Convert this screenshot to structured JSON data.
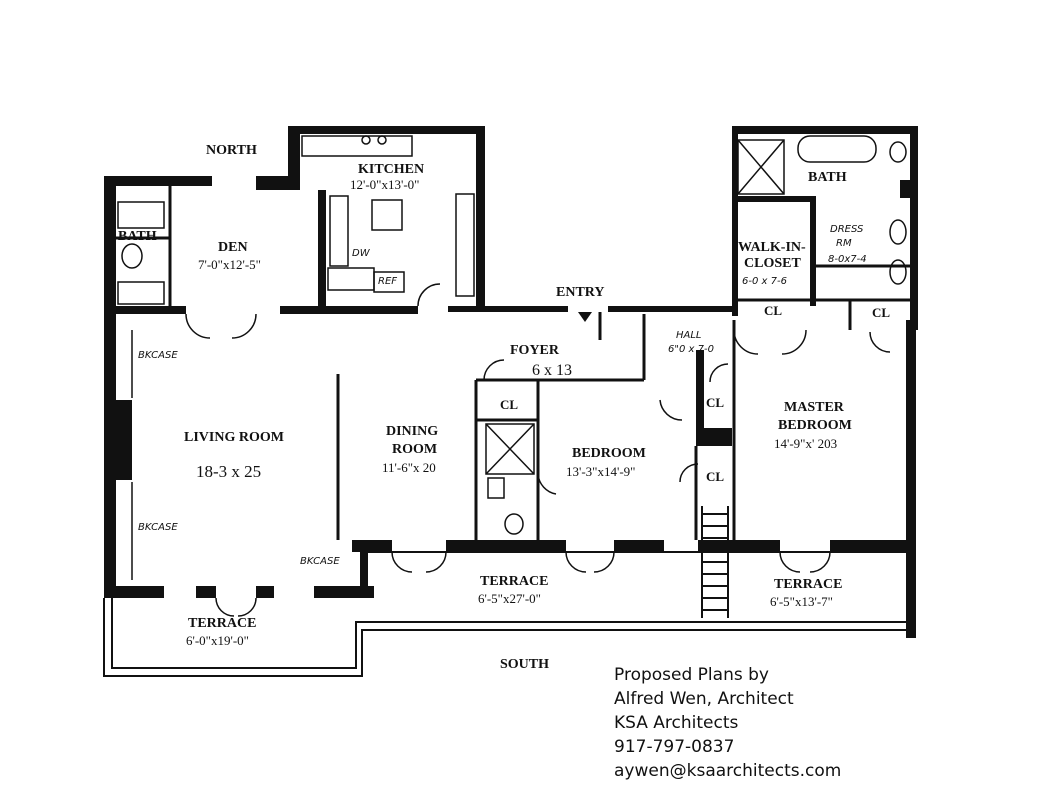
{
  "compass": {
    "north": "NORTH",
    "south": "SOUTH"
  },
  "entry": "ENTRY",
  "rooms": {
    "kitchen": {
      "name": "KITCHEN",
      "dims": "12'-0\"x13'-0\"",
      "ref": "REF",
      "dw": "DW"
    },
    "bath_left": {
      "name": "BATH"
    },
    "den": {
      "name": "DEN",
      "dims": "7'-0\"x12'-5\""
    },
    "bath_right": {
      "name": "BATH"
    },
    "walk_in_closet": {
      "name_line1": "WALK-IN-",
      "name_line2": "CLOSET",
      "dims": "6-0 x 7-6"
    },
    "dress_rm": {
      "name_line1": "DRESS",
      "name_line2": "RM",
      "dims": "8-0x7-4"
    },
    "foyer": {
      "name": "FOYER",
      "dims": "6 x 13"
    },
    "hall": {
      "name": "HALL",
      "dims": "6\"0 x 7-0"
    },
    "living_room": {
      "name": "LIVING ROOM",
      "dims": "18-3 x 25"
    },
    "dining_room": {
      "name_line1": "DINING",
      "name_line2": "ROOM",
      "dims": "11'-6\"x 20"
    },
    "bedroom": {
      "name": "BEDROOM",
      "dims": "13'-3\"x14'-9\""
    },
    "master_bedroom": {
      "name_line1": "MASTER",
      "name_line2": "BEDROOM",
      "dims": "14'-9\"x' 203"
    },
    "terrace_center": {
      "name": "TERRACE",
      "dims": "6'-5\"x27'-0\""
    },
    "terrace_right": {
      "name": "TERRACE",
      "dims": "6'-5\"x13'-7\""
    },
    "terrace_left": {
      "name": "TERRACE",
      "dims": "6'-0\"x19'-0\""
    }
  },
  "closets": {
    "cl": "CL"
  },
  "bookcases": {
    "top": "BKCASE",
    "mid": "BKCASE",
    "bottom": "BKCASE"
  },
  "credit": {
    "line1": "Proposed Plans by",
    "line2": "Alfred Wen, Architect",
    "line3": "KSA Architects",
    "line4": "917-797-0837",
    "line5": "aywen@ksaarchitects.com"
  }
}
